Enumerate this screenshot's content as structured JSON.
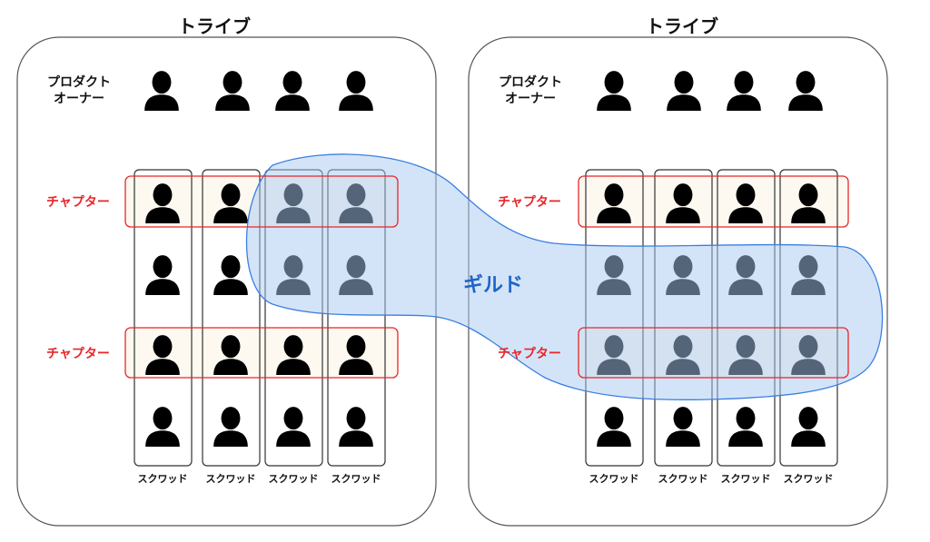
{
  "tribes": [
    {
      "title": "トライブ",
      "product_owner_label": [
        "プロダクト",
        "オーナー"
      ],
      "chapters": [
        {
          "label": "チャプター"
        },
        {
          "label": "チャプター"
        }
      ],
      "squads": [
        "スクワッド",
        "スクワッド",
        "スクワッド",
        "スクワッド"
      ]
    },
    {
      "title": "トライブ",
      "product_owner_label": [
        "プロダクト",
        "オーナー"
      ],
      "chapters": [
        {
          "label": "チャプター"
        },
        {
          "label": "チャプター"
        }
      ],
      "squads": [
        "スクワッド",
        "スクワッド",
        "スクワッド",
        "スクワッド"
      ]
    }
  ],
  "guild": {
    "label": "ギルド"
  },
  "colors": {
    "tribe_border": "#555555",
    "chapter_border": "#e8262b",
    "chapter_fill": "#fdf9f0",
    "guild_border": "#3b7fe0",
    "guild_fill": "#a9c9f2",
    "guild_text": "#1f63c9",
    "person": "#000000"
  },
  "icons": {
    "member": "person-icon"
  }
}
